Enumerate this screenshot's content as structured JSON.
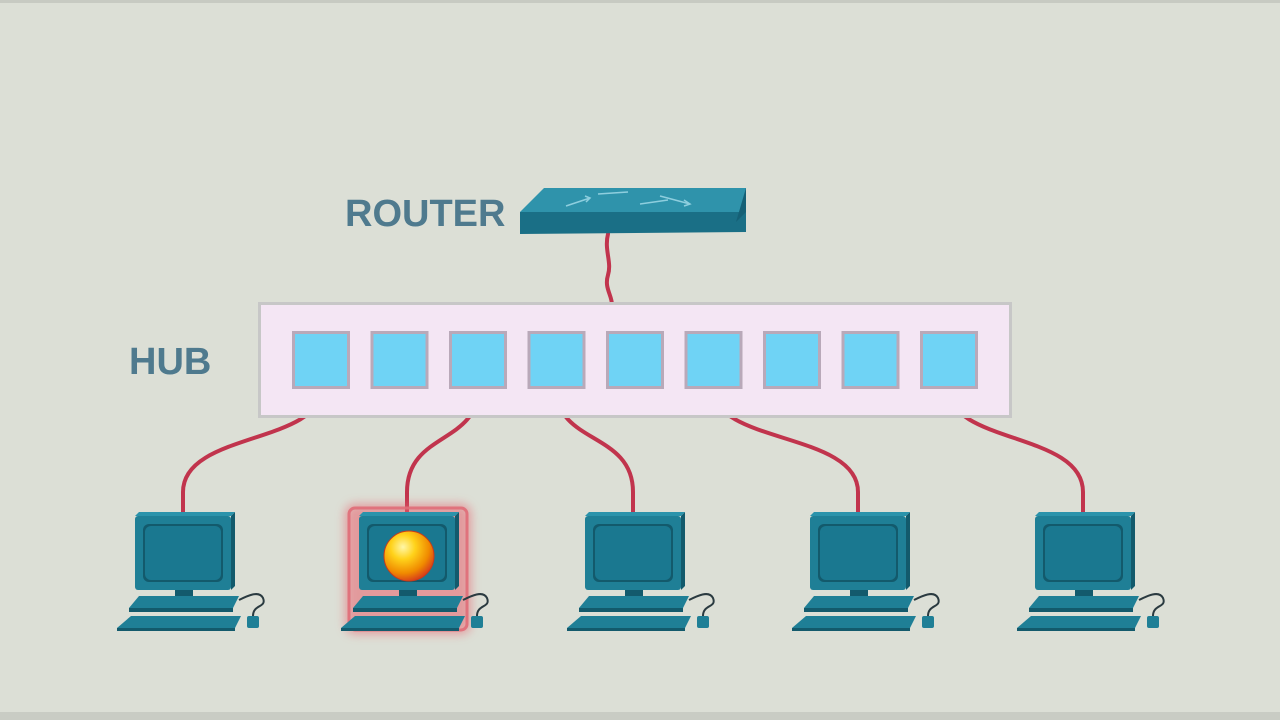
{
  "labels": {
    "router": "ROUTER",
    "hub": "HUB"
  },
  "colors": {
    "background": "#dcdfd6",
    "device_teal": "#1f7f96",
    "device_teal_dark": "#135a6c",
    "hub_body": "#f4e6f4",
    "hub_port": "#6fd3f5",
    "cable": "#c1344d",
    "label_text": "#4f7a8e",
    "highlight_glow": "#e8626e",
    "signal_ball": "#f5a300"
  },
  "icons": {
    "router": "router-icon",
    "hub": "hub-icon",
    "computer": "desktop-computer-icon",
    "signal": "data-packet-icon"
  },
  "hub": {
    "port_count": 9
  },
  "computers": [
    {
      "id": "pc-1",
      "port": 1,
      "highlighted": false
    },
    {
      "id": "pc-2",
      "port": 3,
      "highlighted": true
    },
    {
      "id": "pc-3",
      "port": 4,
      "highlighted": false
    },
    {
      "id": "pc-4",
      "port": 6,
      "highlighted": false
    },
    {
      "id": "pc-5",
      "port": 9,
      "highlighted": false
    }
  ],
  "router_port": 5
}
